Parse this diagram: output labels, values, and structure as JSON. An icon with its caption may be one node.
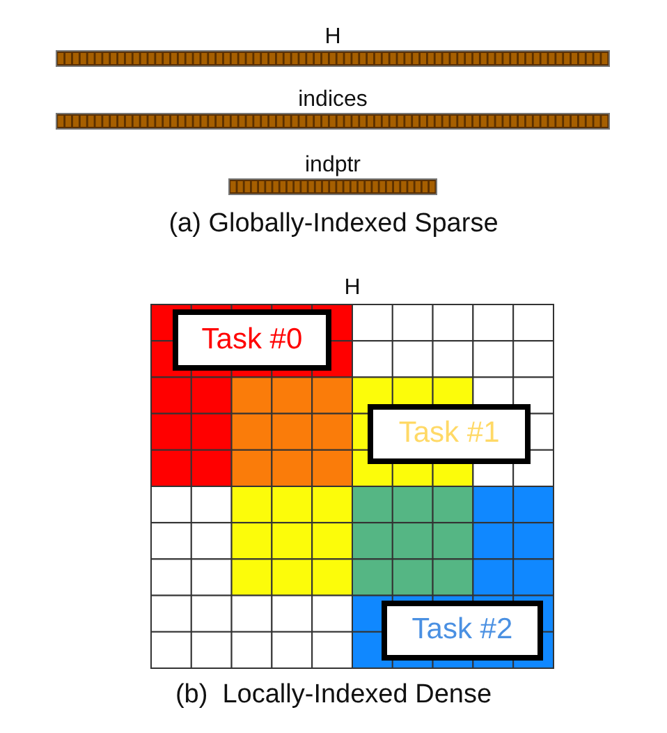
{
  "diagram": {
    "nodes": [
      {
        "text": [
          "H"
        ]
      },
      {
        "text": [
          "indices"
        ]
      },
      {
        "text": [
          "indptr"
        ]
      },
      {
        "text": [
          "H"
        ]
      },
      {
        "text": [
          "Task #0"
        ],
        "in": 3
      },
      {
        "text": [
          "Task #1"
        ],
        "in": 3
      },
      {
        "text": [
          "Task #2"
        ],
        "in": 3
      }
    ],
    "labels": [
      "(a) Globally-Indexed Sparse",
      "(b)  Locally-Indexed Dense"
    ]
  }
}
